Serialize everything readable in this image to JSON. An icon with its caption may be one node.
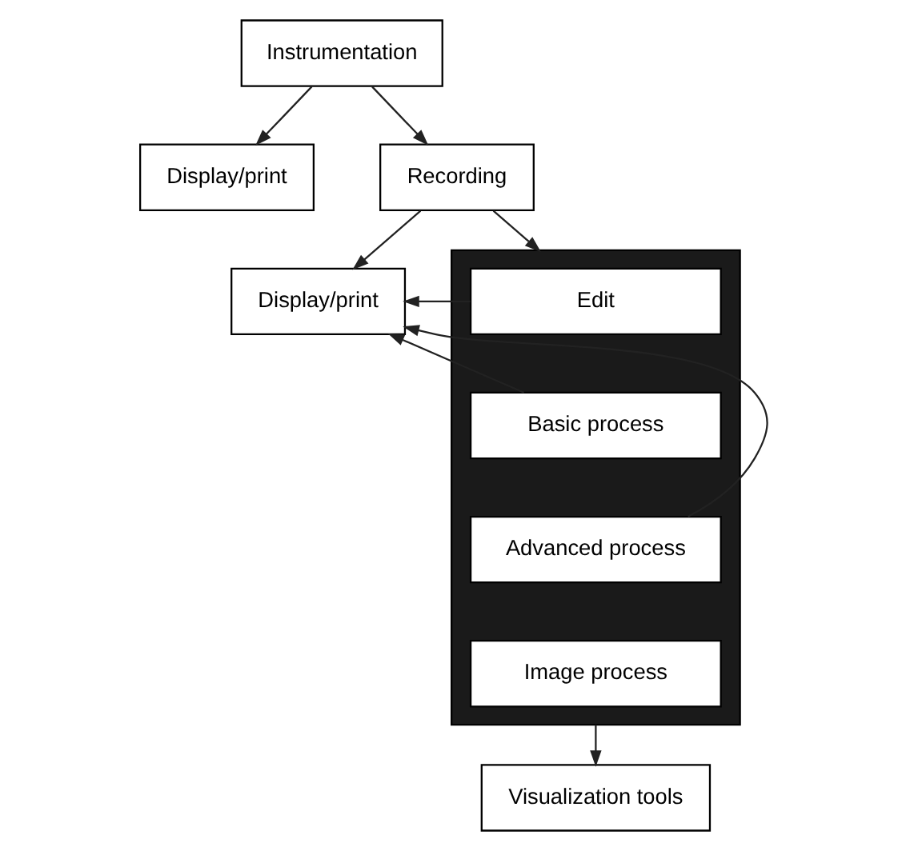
{
  "diagram": {
    "nodes": [
      {
        "text": [
          "Instrumentation"
        ]
      },
      {
        "text": [
          "Display/print"
        ]
      },
      {
        "text": [
          "Recording"
        ]
      },
      {
        "text": [
          "Display/print"
        ]
      },
      {
        "text": [],
        "shape": "box"
      },
      {
        "text": [
          "Edit"
        ],
        "in": 4
      },
      {
        "text": [
          "Basic process"
        ],
        "in": 4
      },
      {
        "text": [
          "Advanced process"
        ],
        "in": 4
      },
      {
        "text": [
          "Image process"
        ],
        "in": 4
      },
      {
        "text": [
          "Visualization tools"
        ]
      }
    ],
    "edges": [
      {
        "from": 0,
        "to": 1,
        "arrow": "to"
      },
      {
        "from": 0,
        "to": 2,
        "arrow": "to"
      },
      {
        "from": 2,
        "to": 3,
        "arrow": "to"
      },
      {
        "from": 2,
        "to": 4,
        "arrow": "to"
      },
      {
        "from": 5,
        "to": 3,
        "arrow": "to"
      },
      {
        "from": 6,
        "to": 3,
        "arrow": "to"
      },
      {
        "from": 7,
        "to": 3,
        "arrow": "to"
      },
      {
        "from": 4,
        "to": 9,
        "arrow": "to"
      }
    ]
  }
}
